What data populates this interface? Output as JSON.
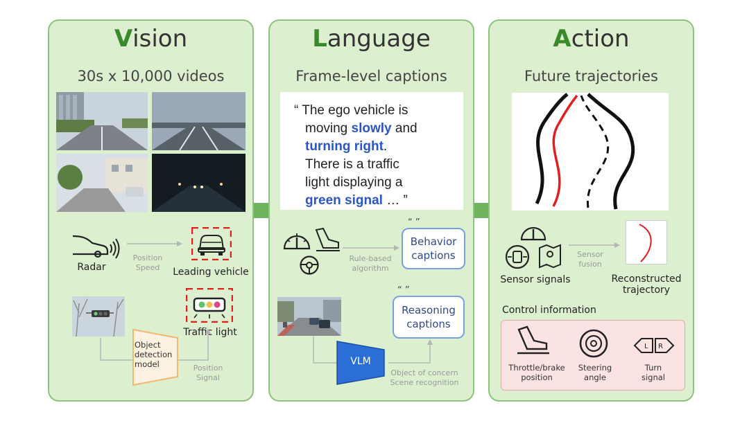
{
  "vision": {
    "title_initial": "V",
    "title_rest": "ision",
    "subtitle": "30s x 10,000 videos",
    "radar_label": "Radar",
    "radar_arrow_label": "Position\nSpeed",
    "leading_vehicle_label": "Leading vehicle",
    "traffic_light_label": "Traffic light",
    "detector_label": "Object\ndetection\nmodel",
    "detector_arrow_label": "Position\nSignal"
  },
  "language": {
    "title_initial": "L",
    "title_rest": "anguage",
    "subtitle": "Frame-level captions",
    "quote": {
      "l1": "“ The ego vehicle is",
      "l2a": "moving ",
      "l2b": "slowly",
      "l2c": " and",
      "l3a": "turning right",
      "l3b": ".",
      "l4": "There is a traffic",
      "l5": "light displaying a",
      "l6a": "green signal",
      "l6b": " …  ”"
    },
    "behavior_marks": "“ ”",
    "behavior_caption": "Behavior\ncaptions",
    "rule_label": "Rule-based\nalgorithm",
    "reasoning_marks": "“ ”",
    "reasoning_caption": "Reasoning\ncaptions",
    "vlm_label": "VLM",
    "vlm_arrow_label": "Object of concern\nScene recognition"
  },
  "action": {
    "title_initial": "A",
    "title_rest": "ction",
    "subtitle": "Future trajectories",
    "sensor_label": "Sensor signals",
    "fusion_label": "Sensor\nfusion",
    "reconstructed_label": "Reconstructed\ntrajectory",
    "control_title": "Control information",
    "controls": [
      "Throttle/brake\nposition",
      "Steering\nangle",
      "Turn\nsignal"
    ]
  },
  "colors": {
    "panel_bg": "#dcefcf",
    "panel_border": "#8cc47d",
    "title_accent": "#3a8a2b",
    "highlight_blue": "#2a56c6",
    "trajectory_red": "#e02020",
    "detection_red": "#e02020"
  }
}
